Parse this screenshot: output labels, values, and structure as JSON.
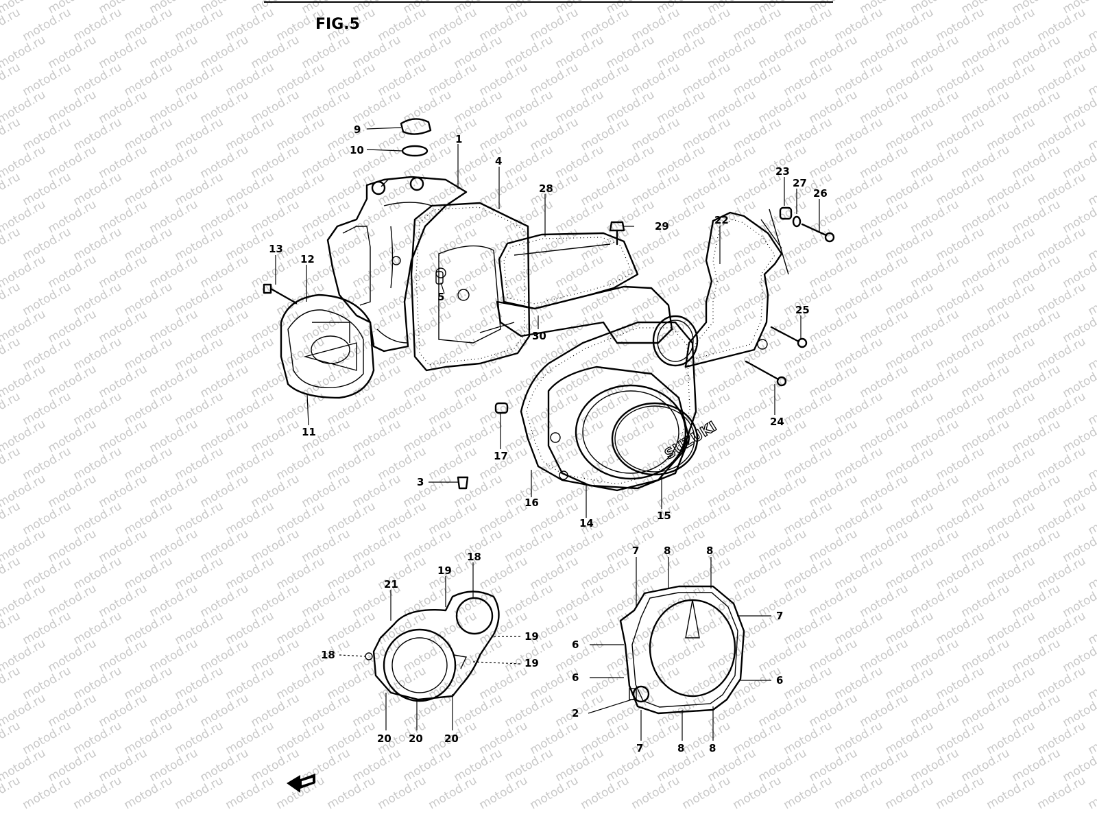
{
  "figure": {
    "title": "FIG.5",
    "watermark": "motod.ru"
  },
  "emblem_text": "SUZUKI",
  "callouts": [
    "1",
    "2",
    "3",
    "4",
    "5",
    "6",
    "7",
    "8",
    "9",
    "10",
    "11",
    "12",
    "13",
    "14",
    "15",
    "16",
    "17",
    "18",
    "19",
    "20",
    "21",
    "22",
    "23",
    "24",
    "25",
    "26",
    "27",
    "28",
    "29",
    "30"
  ],
  "colors": {
    "ink": "#000000",
    "watermark": "#c8c8c8",
    "paper": "#ffffff"
  }
}
